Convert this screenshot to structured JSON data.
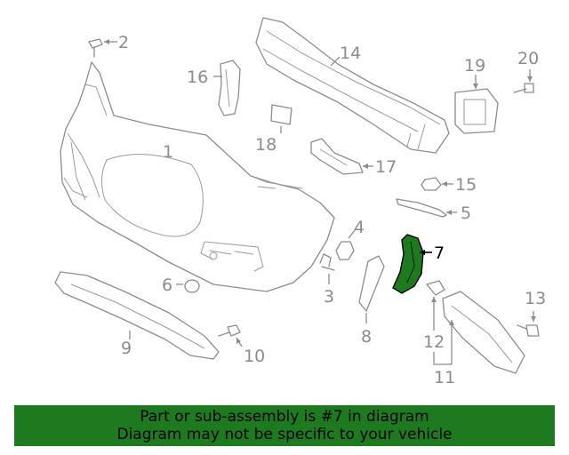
{
  "callouts": {
    "c1": "1",
    "c2": "2",
    "c3": "3",
    "c4": "4",
    "c5": "5",
    "c6": "6",
    "c7": "7",
    "c8": "8",
    "c9": "9",
    "c10": "10",
    "c11": "11",
    "c12": "12",
    "c13": "13",
    "c14": "14",
    "c15": "15",
    "c16": "16",
    "c17": "17",
    "c18": "18",
    "c19": "19",
    "c20": "20"
  },
  "highlight": {
    "part_number": "7",
    "color": "#1e7a1e"
  },
  "banner": {
    "line1": "Part or sub-assembly is #7 in diagram",
    "line2": "Diagram may not be specific to your vehicle"
  }
}
